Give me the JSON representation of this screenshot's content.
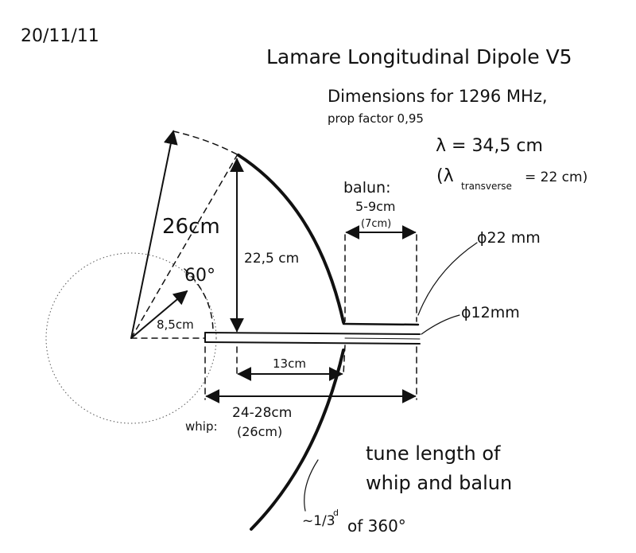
{
  "page": {
    "date": "20/11/11",
    "title": "Lamare Longitudinal Dipole V5",
    "dims_line": "Dimensions for 1296 MHz,",
    "prop_factor": "prop factor 0,95",
    "lambda": "λ = 34,5 cm",
    "lambda_transverse_prefix": "(λ",
    "lambda_transverse_sub": "transverse",
    "lambda_transverse_value": "= 22 cm)"
  },
  "labels": {
    "radius": "26cm",
    "angle": "60°",
    "inner_radius": "8,5cm",
    "height": "22,5 cm",
    "balun_title": "balun:",
    "balun_range": "5-9cm",
    "balun_nominal": "(7cm)",
    "dia_outer": "ϕ22 mm",
    "dia_inner": "ϕ12mm",
    "horizontal": "13cm",
    "whip_prefix": "whip:",
    "whip_range": "24-28cm",
    "whip_nominal": "(26cm)",
    "note_line1": "tune length of",
    "note_line2": "whip and balun",
    "arc_prefix": "~1/3",
    "arc_sup": "d",
    "arc_suffix": "of 360°"
  }
}
